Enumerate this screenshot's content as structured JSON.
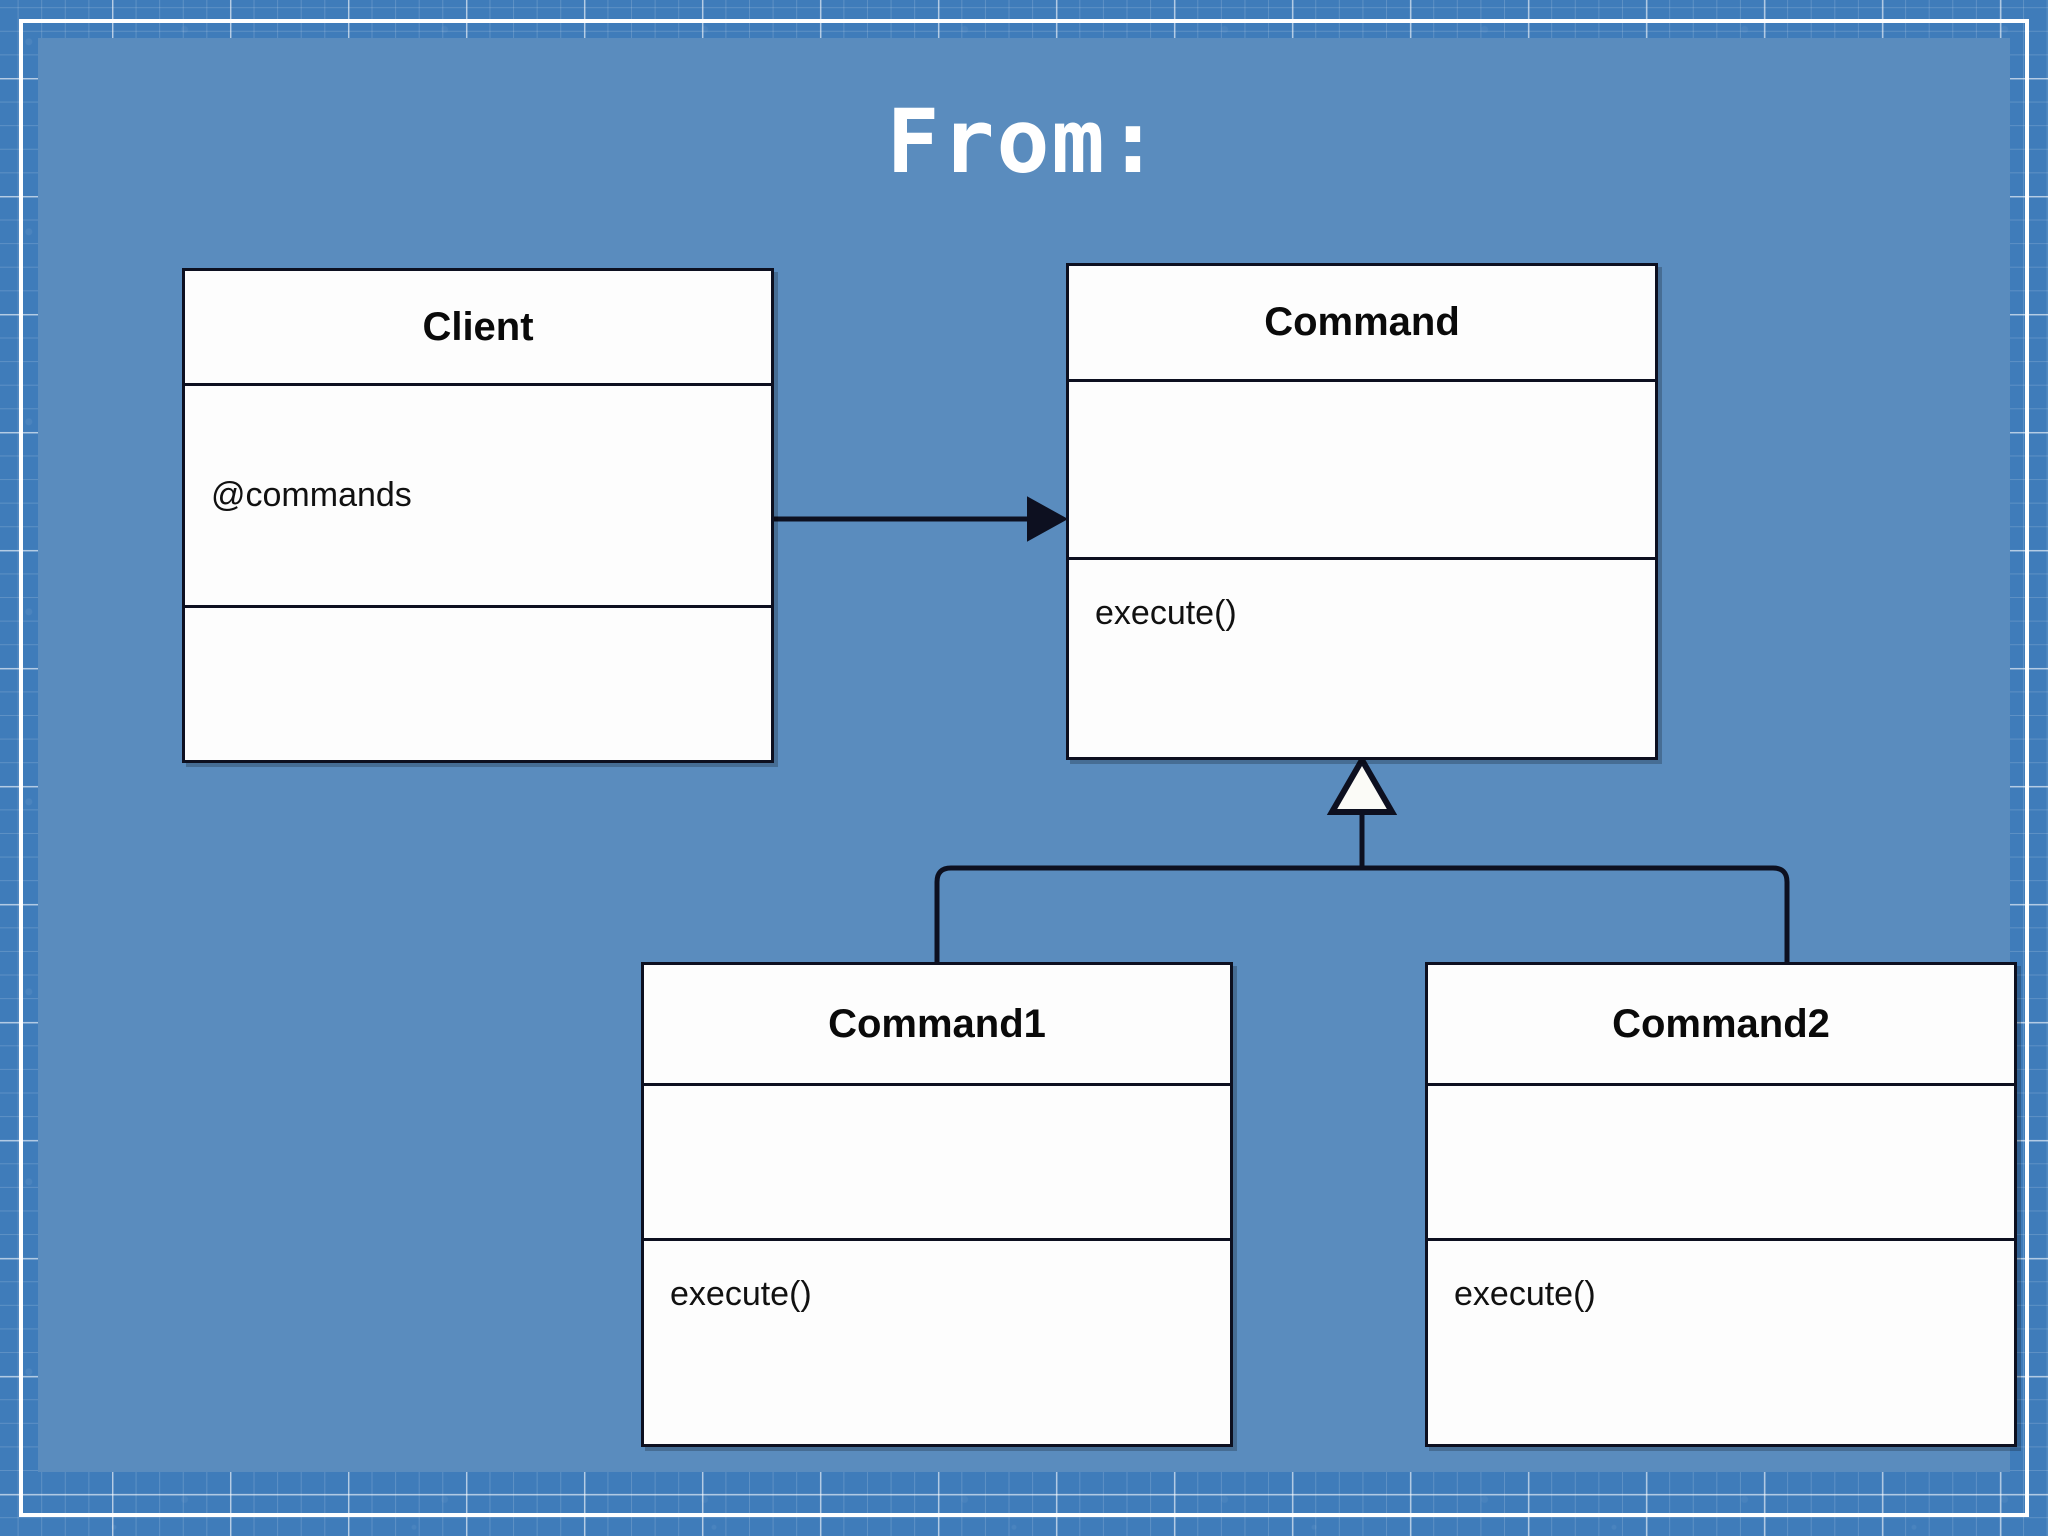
{
  "slide": {
    "title": "From:",
    "background_color": "#5a8cbe",
    "border_color": "#ffffff",
    "blueprint_band_color": "#3f7cba"
  },
  "diagram": {
    "type": "uml-class-diagram",
    "classes": [
      {
        "id": "client",
        "name": "Client",
        "attributes": [
          "@commands"
        ],
        "operations": []
      },
      {
        "id": "command",
        "name": "Command",
        "attributes": [],
        "operations": [
          "execute()"
        ]
      },
      {
        "id": "command1",
        "name": "Command1",
        "attributes": [],
        "operations": [
          "execute()"
        ]
      },
      {
        "id": "command2",
        "name": "Command2",
        "attributes": [],
        "operations": [
          "execute()"
        ]
      }
    ],
    "relationships": [
      {
        "kind": "association",
        "from": "client",
        "to": "command",
        "arrow": "solid-filled-arrowhead"
      },
      {
        "kind": "generalization",
        "from": "command1",
        "to": "command",
        "arrow": "hollow-triangle"
      },
      {
        "kind": "generalization",
        "from": "command2",
        "to": "command",
        "arrow": "hollow-triangle"
      }
    ],
    "line_color": "#0d1020",
    "box_fill": "#fdfdfd"
  }
}
